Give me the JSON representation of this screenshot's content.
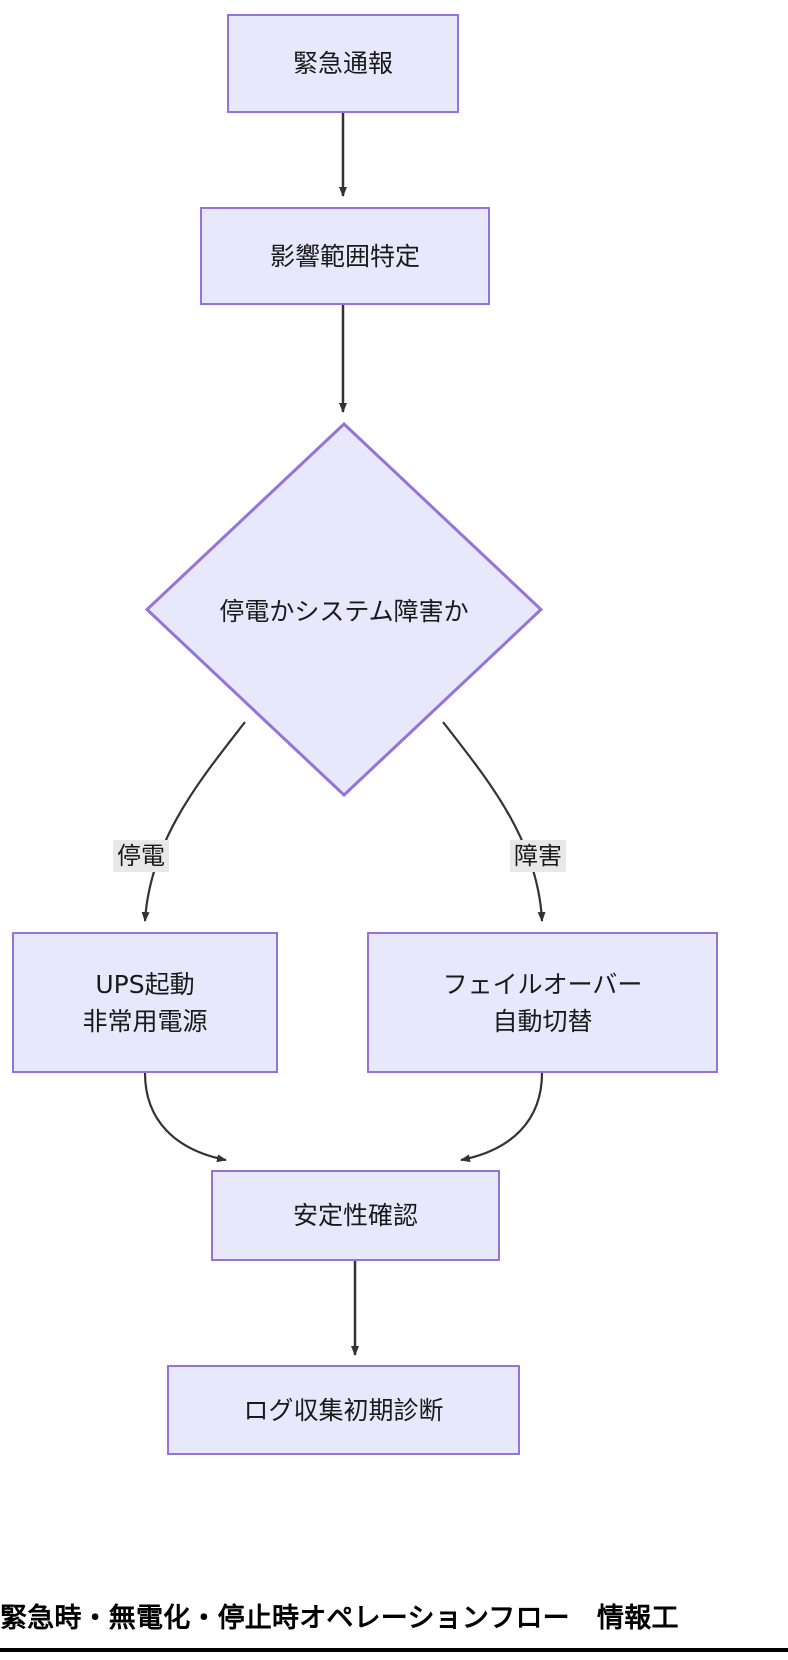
{
  "diagram": {
    "type": "flowchart",
    "direction": "top-down",
    "theme": {
      "node_fill": "#e8e8fc",
      "node_border": "#9673d8",
      "edge_color": "#333333",
      "edge_label_background": "#e8e8e8",
      "text_color": "#1a1a1a",
      "page_background": "#ffffff"
    },
    "nodes": {
      "start": {
        "shape": "rect",
        "label": "緊急通報"
      },
      "scope": {
        "shape": "rect",
        "label": "影響範囲特定"
      },
      "decision": {
        "shape": "diamond",
        "label": "停電かシステム障害か"
      },
      "ups": {
        "shape": "rect",
        "label_line1": "UPS起動",
        "label_line2": "非常用電源"
      },
      "failover": {
        "shape": "rect",
        "label_line1": "フェイルオーバー",
        "label_line2": "自動切替"
      },
      "stable": {
        "shape": "rect",
        "label": "安定性確認"
      },
      "log": {
        "shape": "rect",
        "label": "ログ収集初期診断"
      }
    },
    "edges": [
      {
        "from": "start",
        "to": "scope",
        "label": ""
      },
      {
        "from": "scope",
        "to": "decision",
        "label": ""
      },
      {
        "from": "decision",
        "to": "ups",
        "label": "停電"
      },
      {
        "from": "decision",
        "to": "failover",
        "label": "障害"
      },
      {
        "from": "ups",
        "to": "stable",
        "label": ""
      },
      {
        "from": "failover",
        "to": "stable",
        "label": ""
      },
      {
        "from": "stable",
        "to": "log",
        "label": ""
      }
    ],
    "edge_labels": {
      "blackout": "停電",
      "failure": "障害"
    }
  },
  "caption": {
    "text": "緊急時・無電化・停止時オペレーションフロー　情報工"
  }
}
